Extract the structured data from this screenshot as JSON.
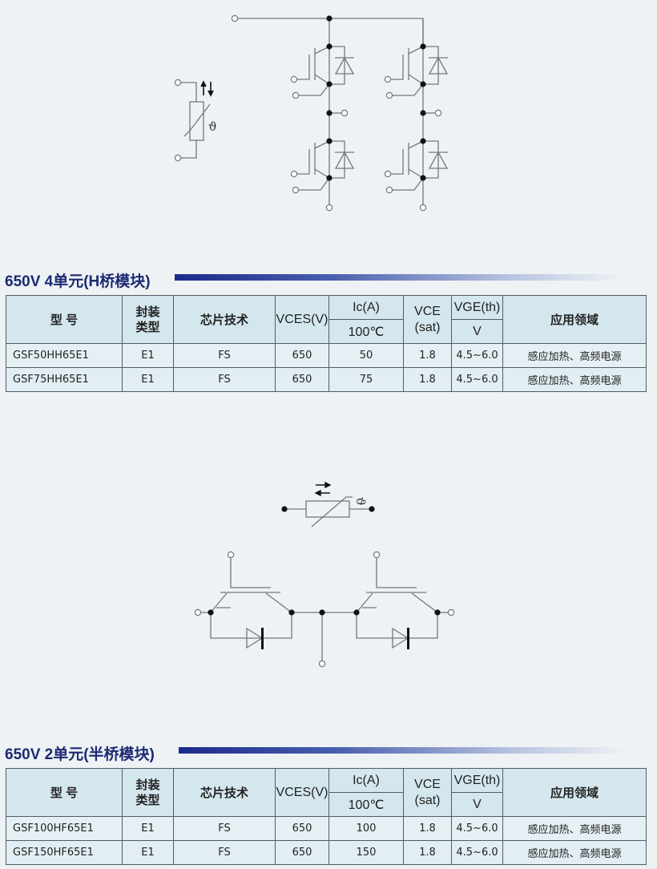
{
  "section1": {
    "title": "650V  4单元(H桥模块)"
  },
  "section2": {
    "title": "650V  2单元(半桥模块)"
  },
  "thermistor_symbol": "ϑ",
  "headers": {
    "model": "型 号",
    "package": "封装类型",
    "chip": "芯片技术",
    "vces": "VCES(V)",
    "ic": "Ic(A)",
    "ic_temp": "100℃",
    "vce": "VCE(sat)",
    "vge": "VGE(th)",
    "vge_unit": "V",
    "app": "应用领域"
  },
  "table1": {
    "rows": [
      {
        "model": "GSF50HH65E1",
        "package": "E1",
        "chip": "FS",
        "vces": "650",
        "ic": "50",
        "vce": "1.8",
        "vge": "4.5~6.0",
        "app": "感应加热、高频电源"
      },
      {
        "model": "GSF75HH65E1",
        "package": "E1",
        "chip": "FS",
        "vces": "650",
        "ic": "75",
        "vce": "1.8",
        "vge": "4.5~6.0",
        "app": "感应加热、高频电源"
      }
    ]
  },
  "table2": {
    "rows": [
      {
        "model": "GSF100HF65E1",
        "package": "E1",
        "chip": "FS",
        "vces": "650",
        "ic": "100",
        "vce": "1.8",
        "vge": "4.5~6.0",
        "app": "感应加热、高频电源"
      },
      {
        "model": "GSF150HF65E1",
        "package": "E1",
        "chip": "FS",
        "vces": "650",
        "ic": "150",
        "vce": "1.8",
        "vge": "4.5~6.0",
        "app": "感应加热、高频电源"
      }
    ]
  },
  "colors": {
    "title": "#1c2a72",
    "header_bg": "#d4e7ee",
    "row_bg": "#e6f0f4",
    "line": "#777777"
  }
}
